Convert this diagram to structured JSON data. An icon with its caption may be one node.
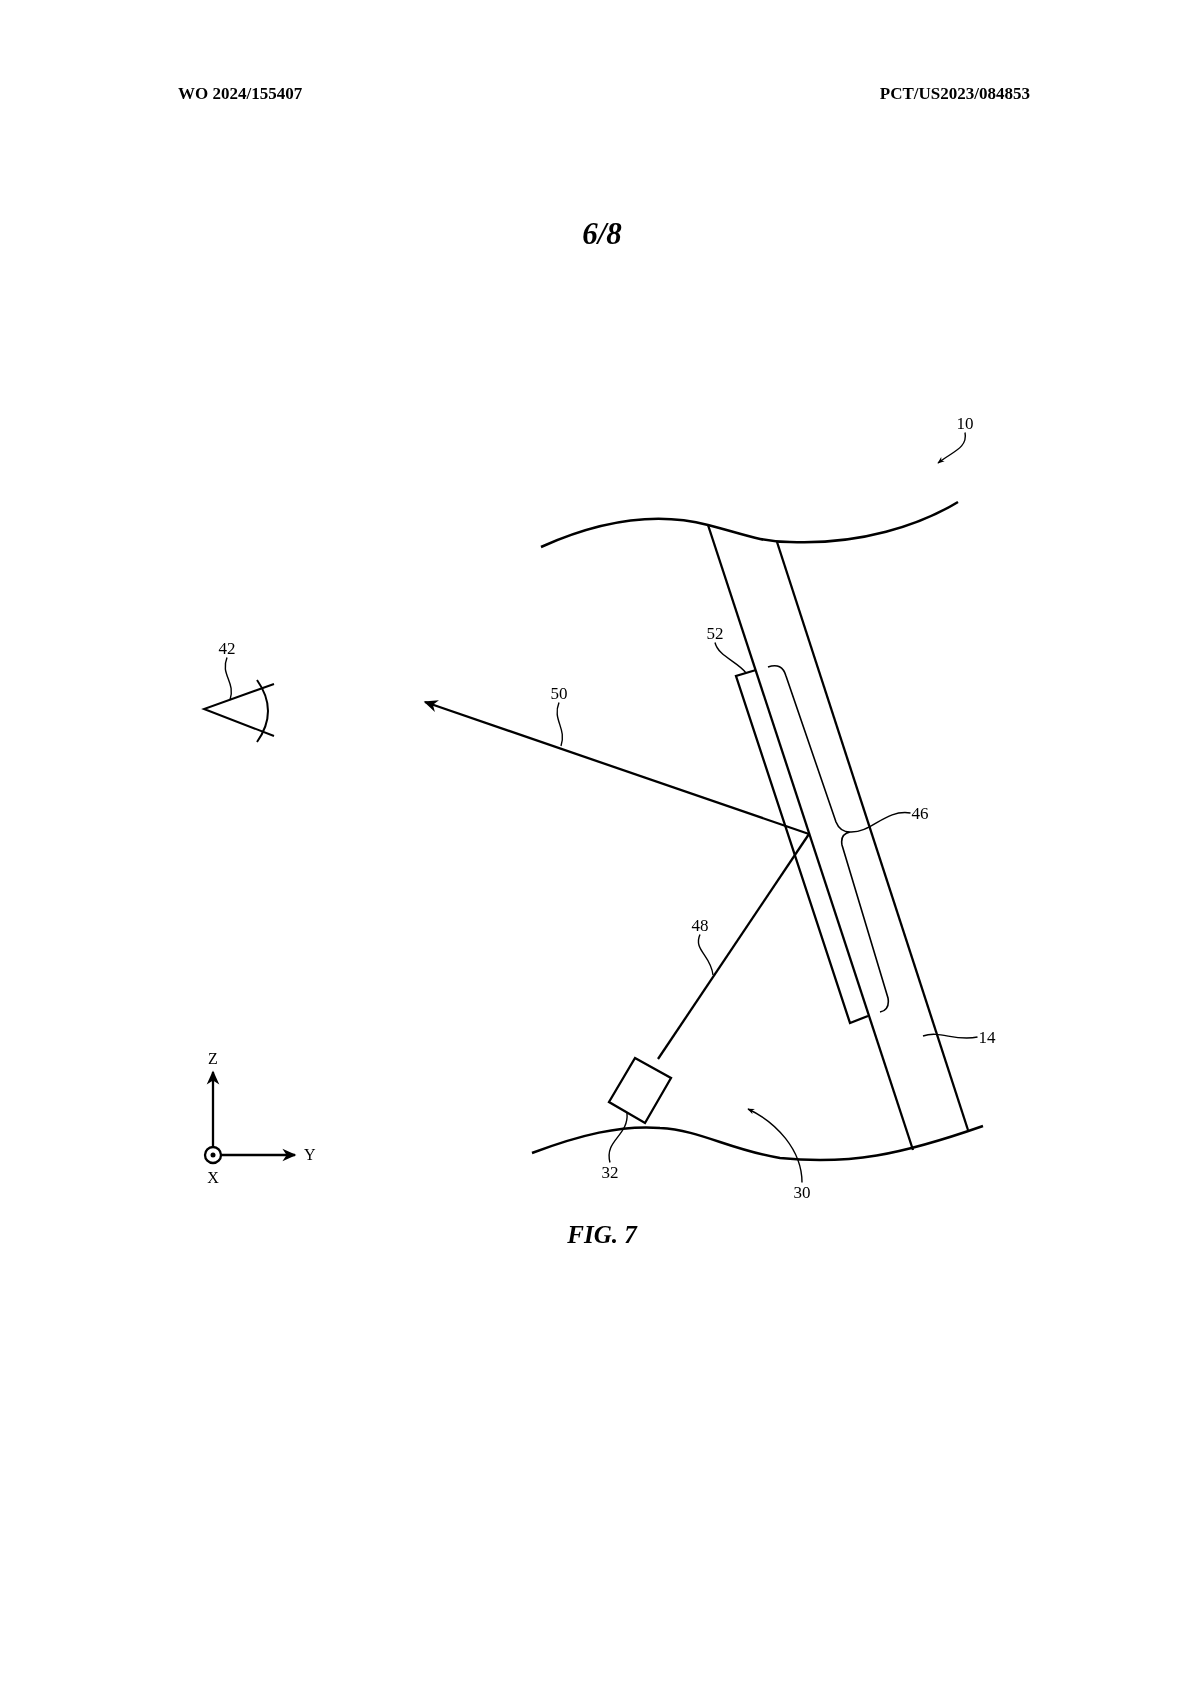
{
  "diagram": {
    "caption": "FIG. 7",
    "nodes": [
      {
        "text": [
          "10"
        ]
      },
      {
        "text": [
          "42"
        ]
      },
      {
        "text": [
          "52"
        ]
      },
      {
        "text": [
          "50"
        ]
      },
      {
        "text": [
          "46"
        ]
      },
      {
        "text": [
          "48"
        ]
      },
      {
        "text": [
          "14"
        ]
      },
      {
        "text": [
          "32"
        ]
      },
      {
        "text": [
          "30"
        ]
      },
      {
        "text": [],
        "shape": "bar"
      },
      {
        "text": [],
        "shape": "bracket"
      }
    ],
    "edges": [
      {
        "from": 0,
        "to": null,
        "arrow": "to"
      },
      {
        "from": 1,
        "to": null,
        "arrow": "none"
      },
      {
        "from": 2,
        "to": 9,
        "arrow": "none"
      },
      {
        "from": 3,
        "to": null,
        "arrow": "none"
      },
      {
        "from": 4,
        "to": 10,
        "arrow": "none"
      },
      {
        "from": 5,
        "to": null,
        "arrow": "none"
      },
      {
        "from": 6,
        "to": null,
        "arrow": "none"
      },
      {
        "from": 7,
        "to": null,
        "arrow": "none"
      },
      {
        "from": 8,
        "to": null,
        "arrow": "to"
      }
    ],
    "labels": [
      "WO 2024/155407",
      "PCT/US2023/084853",
      "6/8",
      "Z",
      "Y",
      "X"
    ]
  }
}
